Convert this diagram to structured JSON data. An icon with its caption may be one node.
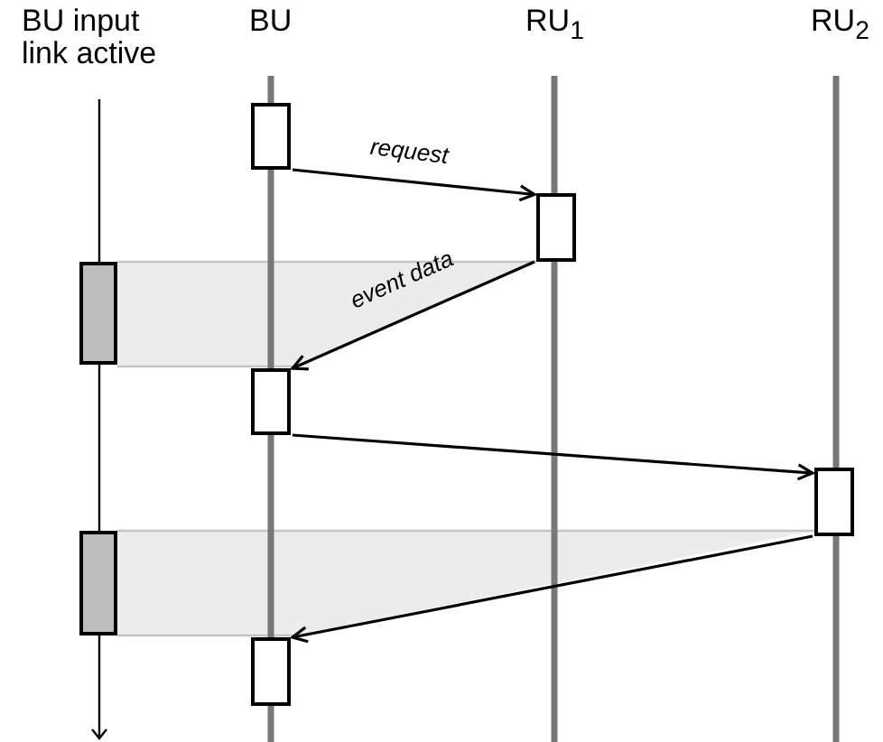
{
  "diagram": {
    "nodes": [
      {
        "text": [],
        "shape": "box"
      },
      {
        "text": [],
        "shape": "box"
      },
      {
        "text": [],
        "shape": "bar"
      },
      {
        "text": [],
        "shape": "box"
      },
      {
        "text": [],
        "shape": "box"
      },
      {
        "text": [],
        "shape": "bar"
      },
      {
        "text": [],
        "shape": "box"
      }
    ],
    "edges": [
      {
        "from": 0,
        "to": 1,
        "arrow": "to",
        "label": "request"
      },
      {
        "from": 1,
        "to": 3,
        "arrow": "to",
        "label": "event data"
      },
      {
        "from": 3,
        "to": 4,
        "arrow": "to"
      },
      {
        "from": 4,
        "to": 6,
        "arrow": "to"
      }
    ],
    "labels": [
      "BU input link active",
      "BU",
      "RU$_{1}$",
      "RU$_{2}$"
    ]
  }
}
